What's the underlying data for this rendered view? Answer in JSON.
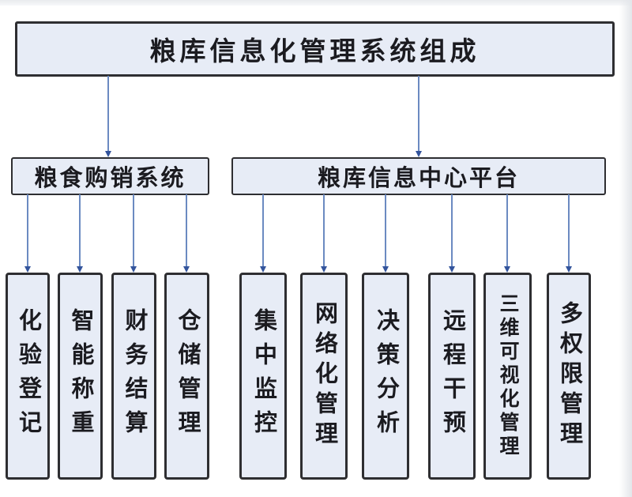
{
  "diagram": {
    "title": "粮库信息化管理系统组成",
    "groups": [
      {
        "label": "粮食购销系统",
        "items": [
          "化验登记",
          "智能称重",
          "财务结算",
          "仓储管理"
        ]
      },
      {
        "label": "粮库信息中心平台",
        "items": [
          "集中监控",
          "网络化管理",
          "决策分析",
          "远程干预",
          "三维可视化管理",
          "多权限管理"
        ]
      }
    ],
    "colors": {
      "box_fill": "#e7ecf6",
      "box_border": "#2e2e31",
      "connector_line": "#6b8ac1",
      "connector_arrow": "#33549c",
      "text": "#1b1b20"
    }
  }
}
